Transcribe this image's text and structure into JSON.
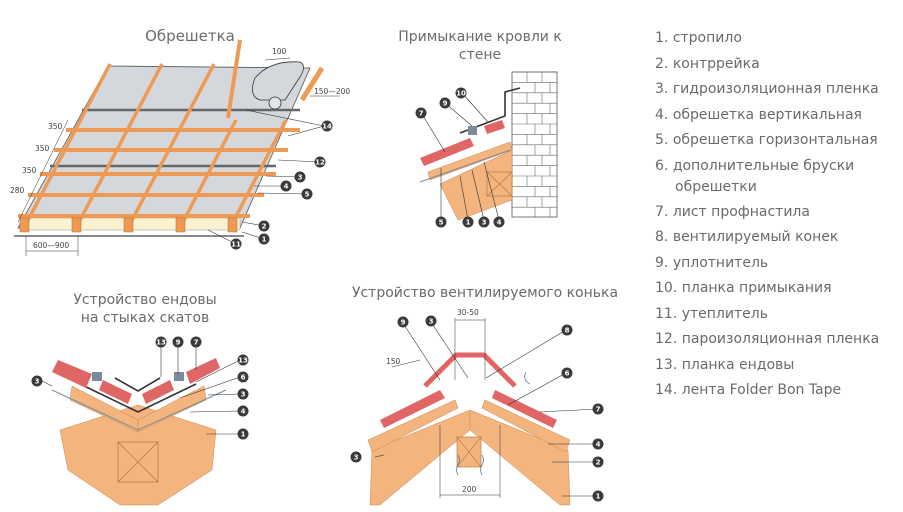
{
  "diagrams": {
    "lathing": {
      "title": "Обрешетка",
      "dimensions": {
        "top_overlap": "100",
        "side_overlap": "150—200",
        "spacing_1": "350",
        "spacing_2": "350",
        "spacing_3": "350",
        "spacing_4": "280",
        "rafter_pitch": "600—900"
      },
      "markers": [
        "14",
        "12",
        "3",
        "4",
        "5",
        "2",
        "1",
        "11"
      ]
    },
    "wall_junction": {
      "title_line1": "Примыкание кровли к",
      "title_line2": "стене",
      "markers": [
        "10",
        "9",
        "7",
        "5",
        "1",
        "3",
        "4"
      ]
    },
    "valley": {
      "title_line1": "Устройство ендовы",
      "title_line2": "на стыках скатов",
      "markers": [
        "13",
        "9",
        "7",
        "13",
        "6",
        "3",
        "3",
        "4",
        "1"
      ]
    },
    "ridge": {
      "title": "Устройство вентилируемого конька",
      "dimensions": {
        "ridge_gap": "30-50",
        "overlap": "150",
        "ridge_width": "200"
      },
      "markers": [
        "9",
        "3",
        "8",
        "6",
        "7",
        "4",
        "2",
        "3",
        "1"
      ]
    }
  },
  "legend": [
    {
      "num": "1.",
      "text": "стропило"
    },
    {
      "num": "2.",
      "text": "контррейка"
    },
    {
      "num": "3.",
      "text": "гидроизоляционная пленка"
    },
    {
      "num": "4.",
      "text": "обрешетка вертикальная"
    },
    {
      "num": "5.",
      "text": "обрешетка горизонтальная"
    },
    {
      "num": "6.",
      "text": "дополнительные бруски",
      "cont": "обрешетки"
    },
    {
      "num": "7.",
      "text": "лист профнастила"
    },
    {
      "num": "8.",
      "text": "вентилируемый конек"
    },
    {
      "num": "9.",
      "text": "уплотнитель"
    },
    {
      "num": "10.",
      "text": "планка примыкания"
    },
    {
      "num": "11.",
      "text": "утеплитель"
    },
    {
      "num": "12.",
      "text": "пароизоляционная пленка"
    },
    {
      "num": "13.",
      "text": "планка ендовы"
    },
    {
      "num": "14.",
      "text": "лента Folder Bon Tape"
    }
  ],
  "colors": {
    "wood": "#f3b47e",
    "wood_dark": "#d98a4e",
    "batten": "#ee9a55",
    "membrane": "#d4d8dd",
    "insulation": "#fbf3cf",
    "sheet": "#e06666",
    "seal": "#7a8c99",
    "marker": "#3a3a3a",
    "text": "#6a6a6a"
  }
}
